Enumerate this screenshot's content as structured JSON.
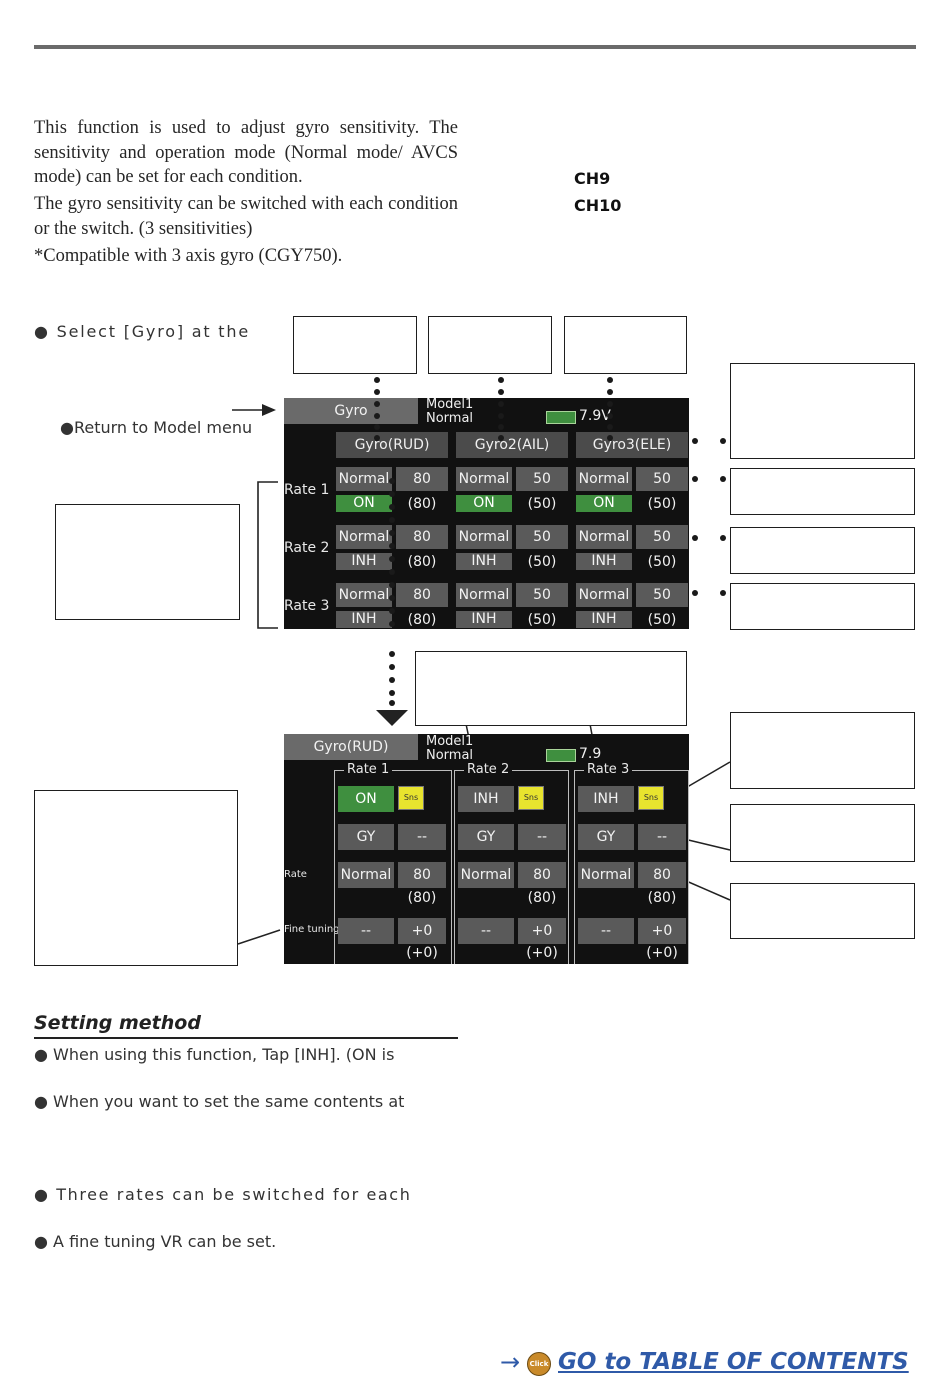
{
  "intro": {
    "p1": "This function is used to adjust gyro sensitivity. The sensitivity and operation mode (Normal mode/ AVCS mode) can be set for each condition.",
    "p2": "The gyro sensitivity can be switched with each condition or the switch. (3 sensitivities)",
    "p3": "*Compatible with 3 axis gyro (CGY750)."
  },
  "channels": {
    "ch1": "CH9",
    "ch2": "CH10"
  },
  "select_text": "● Select [Gyro] at the",
  "return_text": "●Return to Model menu",
  "screen1": {
    "title": "Gyro",
    "model": "Model1",
    "condition": "Normal",
    "battery": "7.9V",
    "headers": [
      "Gyro(RUD)",
      "Gyro2(AIL)",
      "Gyro3(ELE)"
    ],
    "rows": [
      {
        "label": "Rate 1",
        "cells": [
          {
            "mode": "Normal",
            "val": "80",
            "sw": "ON",
            "paren": "(80)"
          },
          {
            "mode": "Normal",
            "val": "50",
            "sw": "ON",
            "paren": "(50)"
          },
          {
            "mode": "Normal",
            "val": "50",
            "sw": "ON",
            "paren": "(50)"
          }
        ]
      },
      {
        "label": "Rate 2",
        "cells": [
          {
            "mode": "Normal",
            "val": "80",
            "sw": "INH",
            "paren": "(80)"
          },
          {
            "mode": "Normal",
            "val": "50",
            "sw": "INH",
            "paren": "(50)"
          },
          {
            "mode": "Normal",
            "val": "50",
            "sw": "INH",
            "paren": "(50)"
          }
        ]
      },
      {
        "label": "Rate 3",
        "cells": [
          {
            "mode": "Normal",
            "val": "80",
            "sw": "INH",
            "paren": "(80)"
          },
          {
            "mode": "Normal",
            "val": "50",
            "sw": "INH",
            "paren": "(50)"
          },
          {
            "mode": "Normal",
            "val": "50",
            "sw": "INH",
            "paren": "(50)"
          }
        ]
      }
    ]
  },
  "screen2": {
    "title": "Gyro(RUD)",
    "model": "Model1",
    "condition": "Normal",
    "battery": "7.9",
    "row_labels": {
      "rate": "Rate",
      "fine": "Fine tuning"
    },
    "groups": [
      {
        "title": "Rate 1",
        "sw": "ON",
        "snsw": "Sns",
        "type": "GY",
        "type_val": "--",
        "mode": "Normal",
        "rate": "80",
        "rate_paren": "(80)",
        "fine": "--",
        "fine_val": "+0",
        "fine_paren": "(+0)"
      },
      {
        "title": "Rate 2",
        "sw": "INH",
        "snsw": "Sns",
        "type": "GY",
        "type_val": "--",
        "mode": "Normal",
        "rate": "80",
        "rate_paren": "(80)",
        "fine": "--",
        "fine_val": "+0",
        "fine_paren": "(+0)"
      },
      {
        "title": "Rate 3",
        "sw": "INH",
        "snsw": "Sns",
        "type": "GY",
        "type_val": "--",
        "mode": "Normal",
        "rate": "80",
        "rate_paren": "(80)",
        "fine": "--",
        "fine_val": "+0",
        "fine_paren": "(+0)"
      }
    ]
  },
  "setting": {
    "title": "Setting method",
    "bullets": [
      "● When using this function, Tap [INH].  (ON  is",
      "● When you want to set the same contents at",
      "● Three rates can be switched for each",
      "● A fine tuning VR can be set."
    ]
  },
  "footer": {
    "arrow": "→",
    "click": "Click",
    "goto": "GO to TABLE OF CONTENTS"
  }
}
